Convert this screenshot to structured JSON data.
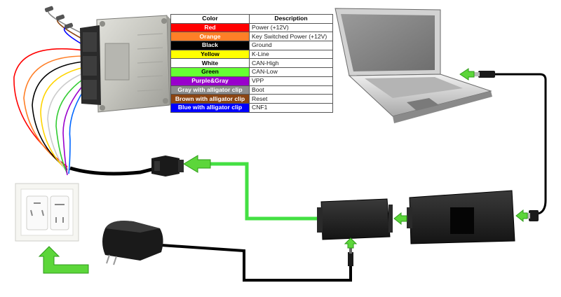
{
  "legend": {
    "headers": {
      "color": "Color",
      "description": "Description"
    },
    "rows": [
      {
        "color": "Red",
        "description": "Power (+12V)",
        "bg": "#ff0000",
        "fg": "#ffffff"
      },
      {
        "color": "Orange",
        "description": "Key Switched Power (+12V)",
        "bg": "#ff7f27",
        "fg": "#ffffff"
      },
      {
        "color": "Black",
        "description": "Ground",
        "bg": "#000000",
        "fg": "#ffffff"
      },
      {
        "color": "Yellow",
        "description": "K-Line",
        "bg": "#ffff00",
        "fg": "#000000"
      },
      {
        "color": "White",
        "description": "CAN-High",
        "bg": "#ffffff",
        "fg": "#000000"
      },
      {
        "color": "Green",
        "description": "CAN-Low",
        "bg": "#66ff33",
        "fg": "#000000"
      },
      {
        "color": "Purple&Gray",
        "description": "VPP",
        "bg": "#9900cc",
        "fg": "#ffffff"
      },
      {
        "color": "Gray with alligator clip",
        "description": "Boot",
        "bg": "#8c8c8c",
        "fg": "#ffffff"
      },
      {
        "color": "Brown with alligator clip",
        "description": "Reset",
        "bg": "#8b4513",
        "fg": "#ffffff"
      },
      {
        "color": "Blue with alligator clip",
        "description": "CNF1",
        "bg": "#0000ff",
        "fg": "#ffffff"
      }
    ]
  },
  "colors": {
    "arrow_green": "#5cd63a",
    "arrow_green_dark": "#2e9a1a",
    "cable_green": "#44e043",
    "cable_black": "#000000",
    "device_body": "#1e1e1e",
    "ecu_metal": "#c9c9c4"
  },
  "icons": [
    "ecu-unit",
    "laptop",
    "wall-socket",
    "power-adapter",
    "obd-interface",
    "programmer-box",
    "usb-plug",
    "db9-connector"
  ]
}
